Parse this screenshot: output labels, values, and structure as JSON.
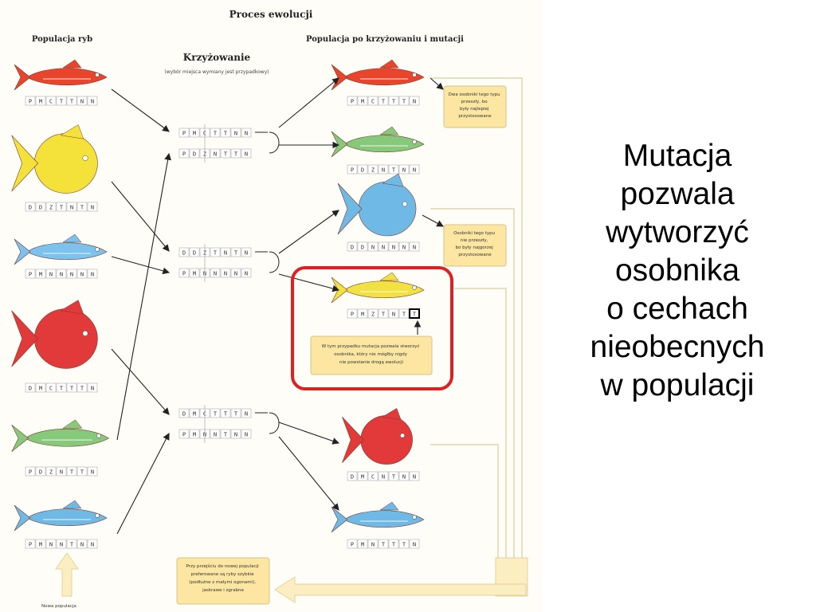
{
  "diagram": {
    "title": "Proces ewolucji",
    "left_header": "Populacja ryb",
    "right_header": "Populacja po krzyżowaniu i mutacji",
    "crossing_title": "Krzyżowanie",
    "crossing_subtitle": "(wybór miejsca wymiany jest przypadkowy)",
    "left_fish": [
      {
        "name": "fish-red-tuna",
        "color": "#e8452c",
        "shape": "tuna",
        "code": "PMCTTNN"
      },
      {
        "name": "fish-yellow-sunfish",
        "color": "#f4e23a",
        "shape": "round",
        "code": "DDZTNTN"
      },
      {
        "name": "fish-blue-mackerel",
        "color": "#7cc2ee",
        "shape": "tuna",
        "code": "PMNNNNN"
      },
      {
        "name": "fish-red-sunfish",
        "color": "#e2393a",
        "shape": "round",
        "code": "DMCTTTN"
      },
      {
        "name": "fish-green-tuna",
        "color": "#86c97a",
        "shape": "tuna",
        "code": "PDZNTTN"
      },
      {
        "name": "fish-blue-tuna",
        "color": "#6fb9e6",
        "shape": "tuna",
        "code": "PMNNTNN"
      }
    ],
    "crossing_pairs": [
      {
        "top": "PMCTTNN",
        "bottom": "PDZNTTN"
      },
      {
        "top": "DDZTNTN",
        "bottom": "PMNNNNN"
      },
      {
        "top": "DMCTTTN",
        "bottom": "PMNNTNN"
      }
    ],
    "right_fish": [
      {
        "name": "fish-red-tuna-offspring",
        "color": "#e8452c",
        "shape": "tuna",
        "code": "PMCTTTN"
      },
      {
        "name": "fish-green-tuna-offspring",
        "color": "#86c97a",
        "shape": "tuna",
        "code": "PDZNTNN"
      },
      {
        "name": "fish-blue-round-offspring",
        "color": "#6fb9e6",
        "shape": "round",
        "code": "DDNNNNN"
      },
      {
        "name": "fish-yellow-mutant",
        "color": "#f2e142",
        "shape": "tuna",
        "code": "PMZTNTT"
      },
      {
        "name": "fish-red-round-offspring",
        "color": "#e2393a",
        "shape": "round",
        "code": "DMCNTNN"
      },
      {
        "name": "fish-blue-tuna-offspring",
        "color": "#6fb9e6",
        "shape": "tuna",
        "code": "PMNTTTN"
      }
    ],
    "notes": {
      "note1": [
        "Dwa osobniki tego typu",
        "przeszły, bo",
        "były najlepiej",
        "przystosowane"
      ],
      "note2": [
        "Osobniki tego typu",
        "nie przeszły,",
        "bo były najgorzej",
        "przystosowane"
      ],
      "note3": [
        "W tym przypadku mutacja pozwala stworzyć",
        "osobnika, który nie mógłby nigdy",
        "nie powstanie drogą ewolucji"
      ],
      "note4": [
        "Przy przejściu do nowej populacji",
        "preferowane są ryby szybkie",
        "(podłużne z małymi ogonami),",
        "jaskrawe i zgrabne"
      ],
      "bottom_left": "Nowa populacja"
    },
    "highlight_color": "#e02020",
    "note_fill": "#fce6a2"
  },
  "side_text": {
    "lines": [
      "Mutacja",
      "pozwala",
      "wytworzyć",
      "osobnika",
      "o cechach",
      "nieobecnych",
      "w populacji"
    ]
  }
}
